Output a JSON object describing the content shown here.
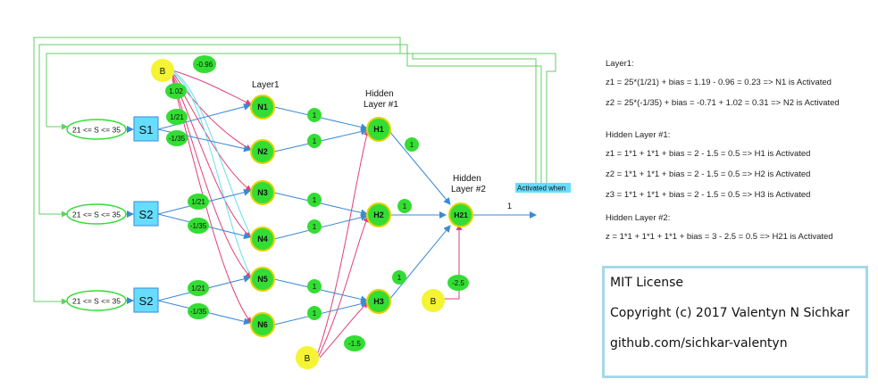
{
  "colors": {
    "green": "#33dd33",
    "yellow": "#f4f433",
    "cyan_box": "#66ddff",
    "arrow_blue": "#3a8ad6",
    "pink": "#e0407a",
    "cyan_line": "#66ddee",
    "loop_green": "#66cc66",
    "node_border_yellow": "#e2d200"
  },
  "inputs": [
    {
      "range": "21 <= S <= 35",
      "sensor": "S1",
      "w1": "1/21",
      "w2": "-1/35"
    },
    {
      "range": "21 <= S <= 35",
      "sensor": "S2",
      "w1": "1/21",
      "w2": "-1/35"
    },
    {
      "range": "21 <= S <= 35",
      "sensor": "S2",
      "w1": "1/21",
      "w2": "-1/35"
    }
  ],
  "bias_label": "B",
  "bias_weights": {
    "n1": "-0.96",
    "n2": "1.02",
    "hidden": "-1.5",
    "output": "-2.5"
  },
  "layer1": {
    "title": "Layer1",
    "nodes": [
      "N1",
      "N2",
      "N3",
      "N4",
      "N5",
      "N6"
    ],
    "weights": [
      "1",
      "1",
      "1",
      "1",
      "1",
      "1"
    ]
  },
  "hidden": {
    "title_line1": "Hidden",
    "title_line2": "Layer #1",
    "nodes": [
      "H1",
      "H2",
      "H3"
    ],
    "weights": [
      "1",
      "1",
      "1"
    ]
  },
  "layer2": {
    "title_line1": "Hidden",
    "title_line2": "Layer #2",
    "node": "H21"
  },
  "output": {
    "value": "1",
    "activated_label": "Activated when"
  },
  "equations": {
    "layer1_title": "Layer1:",
    "layer1": [
      "z1 = 25*(1/21) + bias = 1.19 - 0.96 = 0.23 => N1 is Activated",
      "z2 = 25*(-1/35) + bias = -0.71 + 1.02 = 0.31 => N2 is Activated"
    ],
    "hidden1_title": "Hidden Layer #1:",
    "hidden1": [
      "z1 = 1*1 + 1*1 + bias = 2 - 1.5 = 0.5 => H1 is Activated",
      "z2 = 1*1 + 1*1 + bias = 2 - 1.5 = 0.5 => H2 is Activated",
      "z3 = 1*1 + 1*1 + bias = 2 - 1.5 = 0.5 => H3 is Activated"
    ],
    "hidden2_title": "Hidden Layer #2:",
    "hidden2": [
      "z = 1*1 + 1*1 + 1*1 + bias = 3 - 2.5 = 0.5 => H21 is Activated"
    ]
  },
  "license": {
    "title": "MIT License",
    "copyright": "Copyright (c) 2017 Valentyn N Sichkar",
    "link": "github.com/sichkar-valentyn"
  }
}
